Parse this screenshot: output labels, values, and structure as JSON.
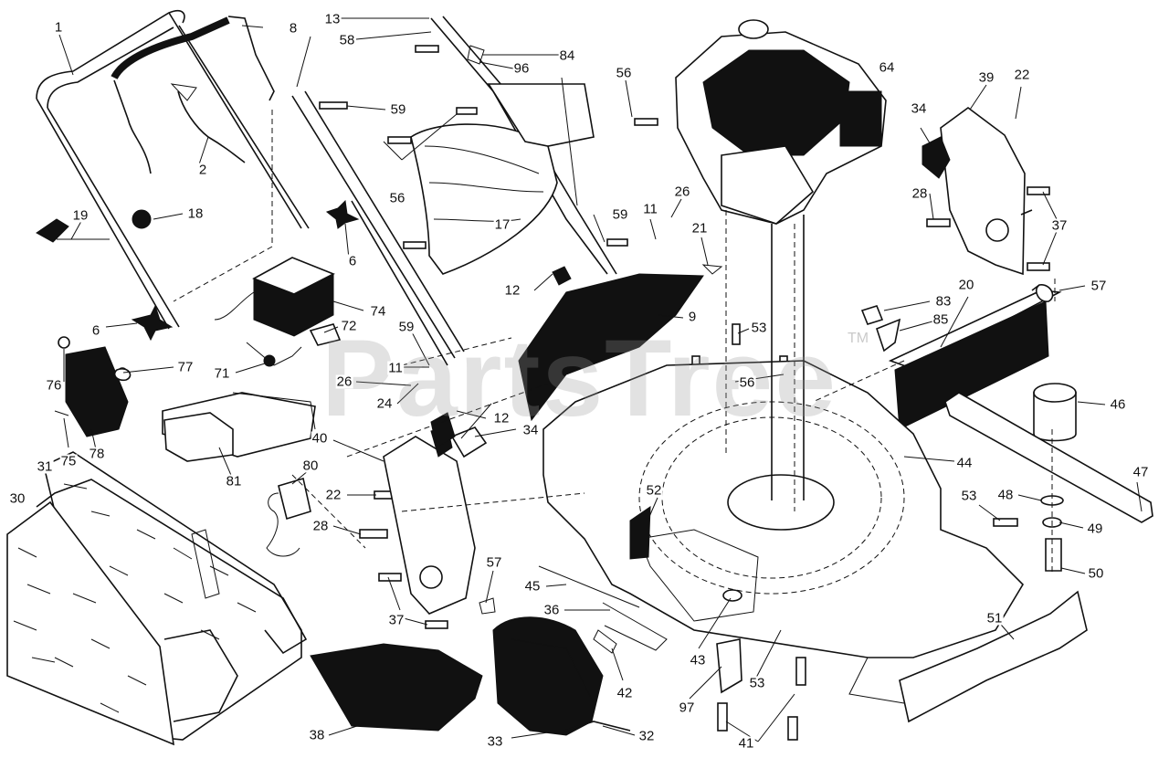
{
  "watermark": "PartsTree",
  "trademark": "TM",
  "callouts": [
    {
      "id": "c1",
      "text": "1"
    },
    {
      "id": "c2",
      "text": "2"
    },
    {
      "id": "c6a",
      "text": "6"
    },
    {
      "id": "c6b",
      "text": "6"
    },
    {
      "id": "c8",
      "text": "8"
    },
    {
      "id": "c9",
      "text": "9"
    },
    {
      "id": "c11a",
      "text": "11"
    },
    {
      "id": "c11b",
      "text": "11"
    },
    {
      "id": "c12a",
      "text": "12"
    },
    {
      "id": "c12b",
      "text": "12"
    },
    {
      "id": "c13",
      "text": "13"
    },
    {
      "id": "c17",
      "text": "17"
    },
    {
      "id": "c18",
      "text": "18"
    },
    {
      "id": "c19",
      "text": "19"
    },
    {
      "id": "c20",
      "text": "20"
    },
    {
      "id": "c21",
      "text": "21"
    },
    {
      "id": "c22a",
      "text": "22"
    },
    {
      "id": "c22b",
      "text": "22"
    },
    {
      "id": "c24",
      "text": "24"
    },
    {
      "id": "c26a",
      "text": "26"
    },
    {
      "id": "c26b",
      "text": "26"
    },
    {
      "id": "c28a",
      "text": "28"
    },
    {
      "id": "c28b",
      "text": "28"
    },
    {
      "id": "c30",
      "text": "30"
    },
    {
      "id": "c31",
      "text": "31"
    },
    {
      "id": "c32",
      "text": "32"
    },
    {
      "id": "c33",
      "text": "33"
    },
    {
      "id": "c34a",
      "text": "34"
    },
    {
      "id": "c34b",
      "text": "34"
    },
    {
      "id": "c36",
      "text": "36"
    },
    {
      "id": "c37a",
      "text": "37"
    },
    {
      "id": "c37b",
      "text": "37"
    },
    {
      "id": "c38",
      "text": "38"
    },
    {
      "id": "c39",
      "text": "39"
    },
    {
      "id": "c40",
      "text": "40"
    },
    {
      "id": "c41",
      "text": "41"
    },
    {
      "id": "c42",
      "text": "42"
    },
    {
      "id": "c43",
      "text": "43"
    },
    {
      "id": "c44",
      "text": "44"
    },
    {
      "id": "c45",
      "text": "45"
    },
    {
      "id": "c46",
      "text": "46"
    },
    {
      "id": "c47",
      "text": "47"
    },
    {
      "id": "c48",
      "text": "48"
    },
    {
      "id": "c49",
      "text": "49"
    },
    {
      "id": "c50",
      "text": "50"
    },
    {
      "id": "c51",
      "text": "51"
    },
    {
      "id": "c52",
      "text": "52"
    },
    {
      "id": "c53a",
      "text": "53"
    },
    {
      "id": "c53b",
      "text": "53"
    },
    {
      "id": "c53c",
      "text": "53"
    },
    {
      "id": "c56a",
      "text": "56"
    },
    {
      "id": "c56b",
      "text": "56"
    },
    {
      "id": "c56c",
      "text": "56"
    },
    {
      "id": "c57a",
      "text": "57"
    },
    {
      "id": "c57b",
      "text": "57"
    },
    {
      "id": "c58",
      "text": "58"
    },
    {
      "id": "c59a",
      "text": "59"
    },
    {
      "id": "c59b",
      "text": "59"
    },
    {
      "id": "c59c",
      "text": "59"
    },
    {
      "id": "c64",
      "text": "64"
    },
    {
      "id": "c71",
      "text": "71"
    },
    {
      "id": "c72",
      "text": "72"
    },
    {
      "id": "c74",
      "text": "74"
    },
    {
      "id": "c75",
      "text": "75"
    },
    {
      "id": "c76",
      "text": "76"
    },
    {
      "id": "c77",
      "text": "77"
    },
    {
      "id": "c78",
      "text": "78"
    },
    {
      "id": "c80",
      "text": "80"
    },
    {
      "id": "c81",
      "text": "81"
    },
    {
      "id": "c83",
      "text": "83"
    },
    {
      "id": "c84",
      "text": "84"
    },
    {
      "id": "c85",
      "text": "85"
    },
    {
      "id": "c96",
      "text": "96"
    },
    {
      "id": "c97",
      "text": "97"
    }
  ]
}
